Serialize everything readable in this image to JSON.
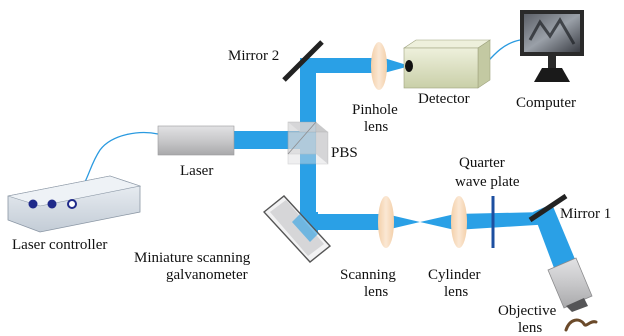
{
  "diagram": {
    "labels": {
      "mirror2": "Mirror 2",
      "pinhole_lens_1": "Pinhole",
      "pinhole_lens_2": "lens",
      "detector": "Detector",
      "computer": "Computer",
      "laser": "Laser",
      "pbs": "PBS",
      "quarter_wave_1": "Quarter",
      "quarter_wave_2": "wave plate",
      "mirror1": "Mirror 1",
      "laser_controller": "Laser controller",
      "galvo_1": "Miniature scanning",
      "galvo_2": "galvanometer",
      "scanning_lens_1": "Scanning",
      "scanning_lens_2": "lens",
      "cylinder_lens_1": "Cylinder",
      "cylinder_lens_2": "lens",
      "objective_lens_1": "Objective",
      "objective_lens_2": "lens"
    },
    "colors": {
      "beam": "#2aa0e6",
      "cable": "#2a9ae0",
      "lens": "#f6dcc2",
      "component_gray": "#c9c9cb",
      "detector_body": "#dde1c4",
      "controller_body": "#dde4ec",
      "controller_dot": "#1f2a8a",
      "mirror": "#222222",
      "wave_plate": "#1d4fa0",
      "objective": "#c4c4c6",
      "sample": "#6b4a2a"
    }
  }
}
